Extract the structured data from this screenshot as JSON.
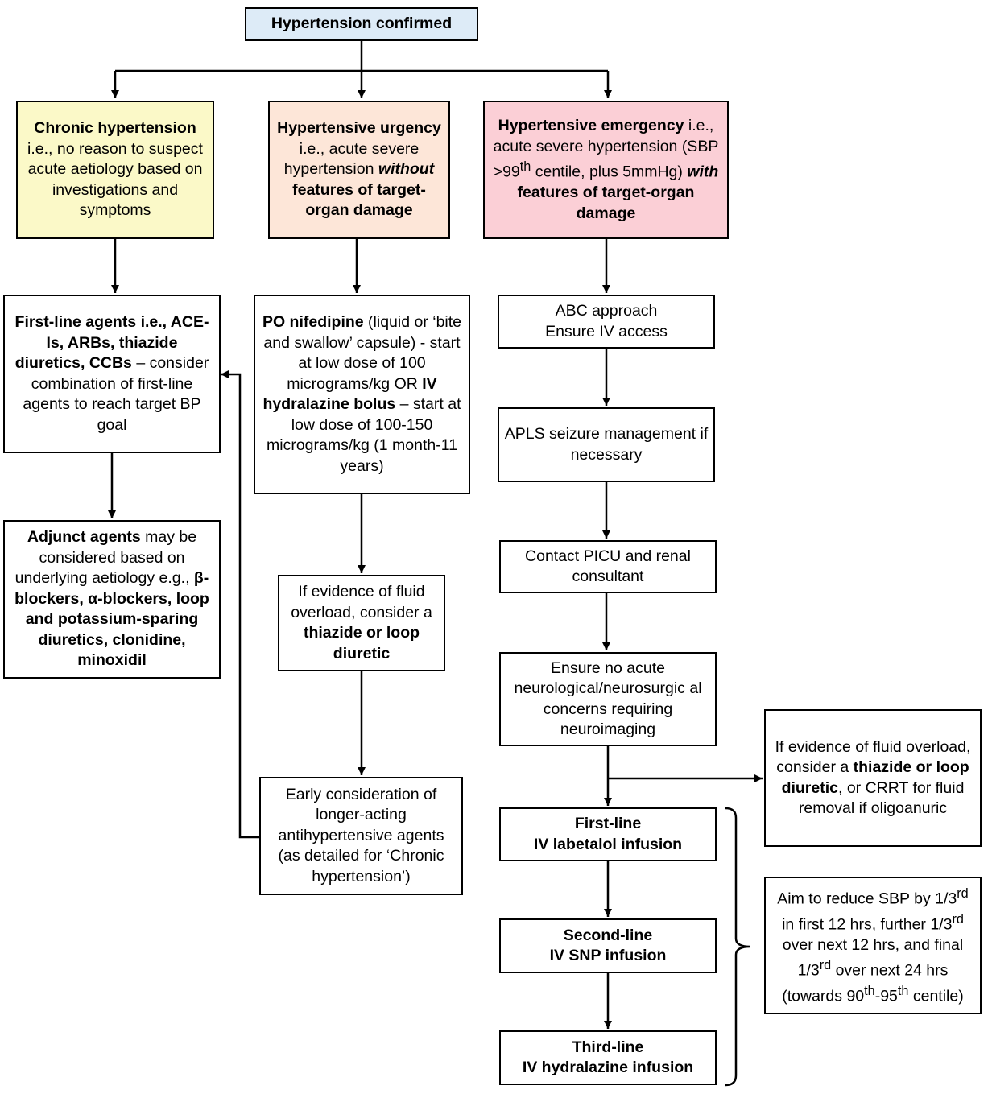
{
  "colors": {
    "top": "#ddebf7",
    "chronic": "#fbf9c8",
    "urgency": "#fde6d8",
    "emergency": "#fbcfd6",
    "line": "#000000"
  },
  "nodes": {
    "top": {
      "html": "<b>Hypertension confirmed</b>"
    },
    "chronic": {
      "html": "<b>Chronic hypertension</b> i.e., no reason to suspect acute aetiology based on investigations and symptoms"
    },
    "urgency": {
      "html": "<b>Hypertensive urgency</b> i.e., acute severe hypertension <b><i>without</i> features of target-organ damage</b>"
    },
    "emergency": {
      "html": "<b>Hypertensive emergency</b> i.e., acute severe hypertension (SBP &gt;99<sup>th</sup> centile, plus 5mmHg) <b><i>with</i> features of target-organ damage</b>"
    },
    "first_line_agents": {
      "html": "<b>First-line agents i.e., ACE-Is, ARBs, thiazide diuretics, CCBs</b> – consider combination of first-line agents to reach target BP goal"
    },
    "adjunct": {
      "html": "<b>Adjunct agents</b> may be considered based on underlying aetiology e.g., <b>β-blockers, α-blockers, loop and potassium-sparing diuretics, clonidine, minoxidil</b>"
    },
    "nifedipine": {
      "html": "<b>PO nifedipine</b> (liquid or ‘bite and swallow’ capsule) - start at low dose of 100 micrograms/kg OR <b>IV hydralazine bolus</b> – start at low dose of 100-150 micrograms/kg (1 month-11 years)"
    },
    "fluid_urgency": {
      "html": "If evidence of fluid overload, consider a <b>thiazide or loop diuretic</b>"
    },
    "early_consideration": {
      "html": "Early consideration of longer-acting antihypertensive agents (as detailed for ‘Chronic hypertension’)"
    },
    "abc": {
      "html": "ABC approach<br>Ensure IV access"
    },
    "apls": {
      "html": "APLS seizure management if necessary"
    },
    "picu": {
      "html": "Contact PICU and renal consultant"
    },
    "neuro": {
      "html": "Ensure no acute neurological/neurosurgic al concerns requiring neuroimaging"
    },
    "fluid_emergency": {
      "html": "If evidence of fluid overload, consider a <b>thiazide or loop diuretic</b>, or CRRT for fluid removal if oligoanuric"
    },
    "first_line_iv": {
      "html": "<b>First-line<br>IV labetalol infusion</b>"
    },
    "second_line_iv": {
      "html": "<b>Second-line<br>IV SNP infusion</b>"
    },
    "third_line_iv": {
      "html": "<b>Third-line<br>IV hydralazine infusion</b>"
    },
    "aim": {
      "html": "Aim to reduce SBP by 1/3<sup>rd</sup> in first 12 hrs, further 1/3<sup>rd</sup> over next 12 hrs, and final 1/3<sup>rd</sup> over next 24 hrs (towards 90<sup>th</sup>-95<sup>th</sup> centile)"
    }
  }
}
